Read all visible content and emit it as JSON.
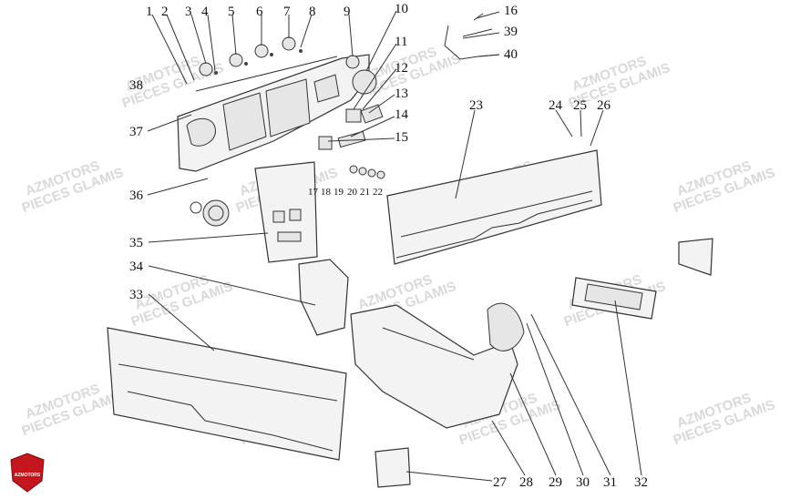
{
  "watermark": {
    "line1": "AZMOTORS",
    "line2": "PIECES GLAMIS"
  },
  "logo": {
    "text": "AZMOTORS",
    "color": "#c4161c"
  },
  "callouts": {
    "c1": "1",
    "c2": "2",
    "c3": "3",
    "c4": "4",
    "c5": "5",
    "c6": "6",
    "c7": "7",
    "c8": "8",
    "c9": "9",
    "c10": "10",
    "c11": "11",
    "c12": "12",
    "c13": "13",
    "c14": "14",
    "c15": "15",
    "c16": "16",
    "c17": "17",
    "c18": "18",
    "c19": "19",
    "c20": "20",
    "c21": "21",
    "c22": "22",
    "c23": "23",
    "c24": "24",
    "c25": "25",
    "c26": "26",
    "c27": "27",
    "c28": "28",
    "c29": "29",
    "c30": "30",
    "c31": "31",
    "c32": "32",
    "c33": "33",
    "c34": "34",
    "c35": "35",
    "c36": "36",
    "c37": "37",
    "c38": "38",
    "c39": "39",
    "c40": "40"
  }
}
